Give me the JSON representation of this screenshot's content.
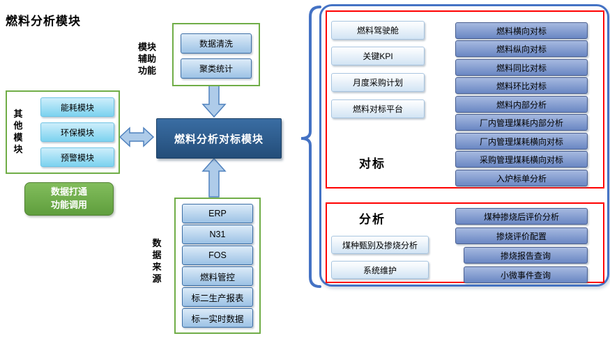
{
  "title": "燃料分析模块",
  "colors": {
    "green": "#70ad47",
    "panel_border_blue": "#4472c4",
    "group_border_red": "#ff0000",
    "center_module_blue": "#2e5f94",
    "node_blue": "#9cc2e5",
    "node_cyan": "#7cd2ef",
    "node_mid_blue": "#6a87c3"
  },
  "aux_panel": {
    "label": "模块辅助功能",
    "items": [
      "数据清洗",
      "聚类统计"
    ]
  },
  "other_modules_panel": {
    "label": "其他模块",
    "items": [
      "能耗模块",
      "环保模块",
      "预警模块"
    ]
  },
  "green_note": {
    "lines": [
      "数据打通",
      "功能调用"
    ]
  },
  "center_module": {
    "label": "燃料分析对标模块"
  },
  "data_source_panel": {
    "label": "数据来源",
    "items": [
      "ERP",
      "N31",
      "FOS",
      "燃料管控",
      "标二生产报表",
      "标一实时数据"
    ]
  },
  "benchmark_section": {
    "label": "对标",
    "left_items": [
      "燃料驾驶舱",
      "关键KPI",
      "月度采购计划",
      "燃料对标平台"
    ],
    "right_items": [
      "燃料横向对标",
      "燃料纵向对标",
      "燃料同比对标",
      "燃料环比对标",
      "燃料内部分析",
      "厂内管理煤耗内部分析",
      "厂内管理煤耗横向对标",
      "采购管理煤耗横向对标",
      "入炉标单分析"
    ]
  },
  "analysis_section": {
    "label": "分析",
    "left_items": [
      "煤种甄别及掺烧分析",
      "系统维护"
    ],
    "right_items": [
      "煤种掺烧后评价分析",
      "掺烧评价配置",
      "掺烧报告查询",
      "小微事件查询"
    ]
  }
}
